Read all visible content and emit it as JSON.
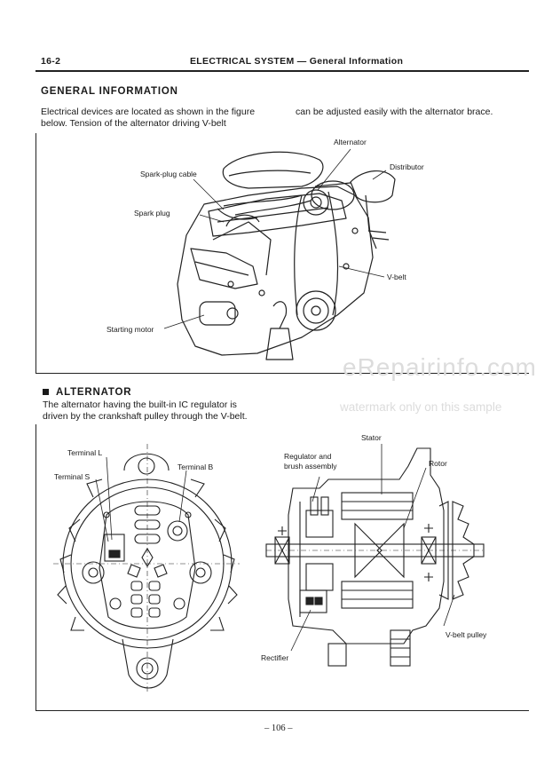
{
  "header": {
    "page_number": "16-2",
    "title": "ELECTRICAL SYSTEM — General Information"
  },
  "general": {
    "heading": "GENERAL INFORMATION",
    "col1_line1": "Electrical devices are located as shown in the figure",
    "col1_line2": "below.  Tension of the alternator driving V-belt",
    "col2_line1": "can be adjusted easily with the alternator brace."
  },
  "engine_figure": {
    "labels": {
      "alternator": "Alternator",
      "distributor": "Distributor",
      "spark_plug_cable": "Spark-plug cable",
      "spark_plug": "Spark plug",
      "v_belt": "V-belt",
      "starting_motor": "Starting motor"
    }
  },
  "watermark": {
    "brand": "eRepairinfo.com",
    "note": "watermark only on this sample"
  },
  "alternator": {
    "heading": "ALTERNATOR",
    "line1": "The alternator having the built-in IC regulator is",
    "line2": "driven by the crankshaft pulley through the V-belt."
  },
  "alternator_figure": {
    "labels": {
      "terminal_l": "Terminal L",
      "terminal_s": "Terminal S",
      "terminal_b": "Terminal B",
      "stator": "Stator",
      "regulator_line1": "Regulator and",
      "regulator_line2": "brush assembly",
      "rotor": "Rotor",
      "v_belt_pulley": "V-belt pulley",
      "rectifier": "Rectifier"
    }
  },
  "footer": {
    "page_number": "– 106 –"
  }
}
